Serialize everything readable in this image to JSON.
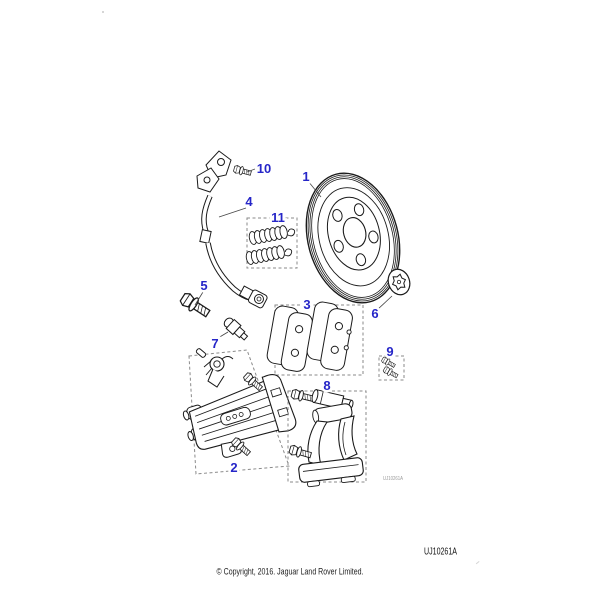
{
  "colors": {
    "accent": "#2626c8"
  },
  "callouts": {
    "c1": "1",
    "c2": "2",
    "c3": "3",
    "c4": "4",
    "c5": "5",
    "c6": "6",
    "c7": "7",
    "c8": "8",
    "c9": "9",
    "c10": "10",
    "c11": "11"
  },
  "drawing_code_small": "UJ10261A",
  "footer": {
    "part_code": "UJ10261A",
    "copyright": "© Copyright, 2016. Jaguar Land Rover Limited."
  }
}
